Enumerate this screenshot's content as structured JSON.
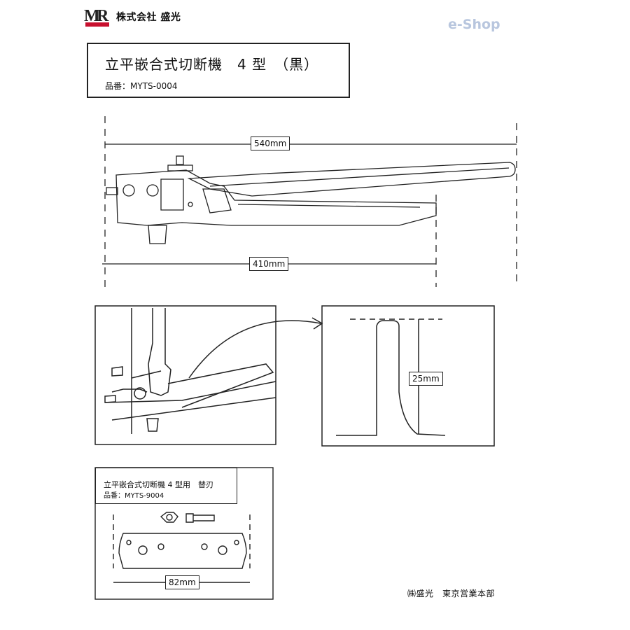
{
  "header": {
    "logo_text": "MR",
    "company_name": "株式会社 盛光",
    "eshop": "e-Shop"
  },
  "product": {
    "title": "立平嵌合式切断機　4 型　（黒）",
    "part_number": "品番：MYTS-0004"
  },
  "dimensions": {
    "overall_length": "540mm",
    "base_length": "410mm",
    "cut_depth": "25mm",
    "blade_width": "82mm"
  },
  "replacement_blade": {
    "title": "立平嵌合式切断機 4 型用　替刃",
    "part_number": "品番：MYTS-9004"
  },
  "footer": {
    "office": "㈱盛光　東京営業本部"
  },
  "colors": {
    "logo_red": "#c8102e",
    "eshop": "#b8c6de",
    "line": "#222222"
  }
}
